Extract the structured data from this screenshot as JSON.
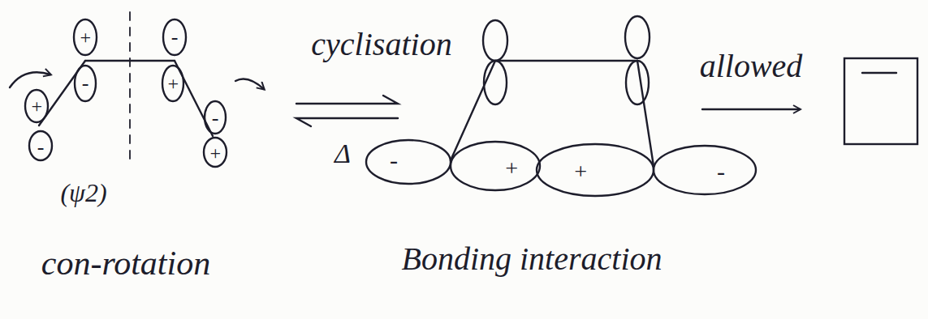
{
  "diagram": {
    "labels": [
      "+",
      "-",
      "+",
      "-",
      "-",
      "+",
      "-",
      "+",
      "(ψ2)",
      "con-rotation",
      "cyclisation",
      "Δ",
      "-",
      "+",
      "+",
      "-",
      "Bonding interaction",
      "allowed"
    ]
  }
}
